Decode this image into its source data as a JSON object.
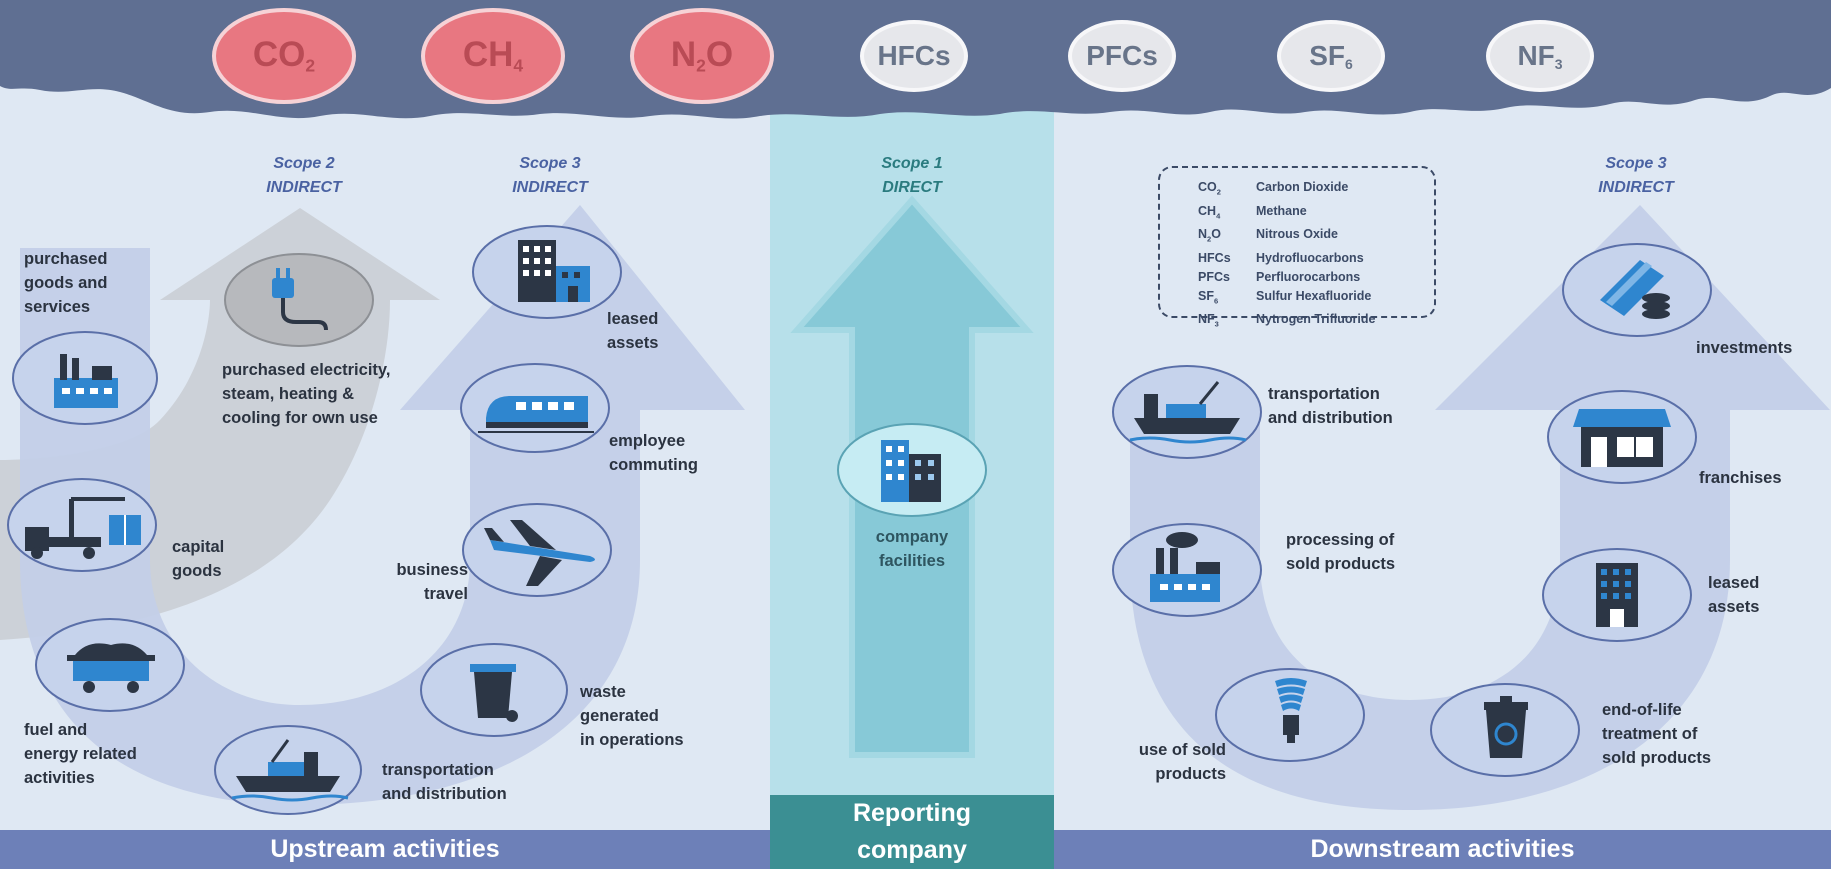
{
  "gases": [
    {
      "base": "CO",
      "sub": "2",
      "highlight": true
    },
    {
      "base": "CH",
      "sub": "4",
      "highlight": true
    },
    {
      "base": "N",
      "sub": "2",
      "tail": "O",
      "highlight": true
    },
    {
      "base": "HFCs",
      "highlight": false
    },
    {
      "base": "PFCs",
      "highlight": false
    },
    {
      "base": "SF",
      "sub": "6",
      "highlight": false
    },
    {
      "base": "NF",
      "sub": "3",
      "highlight": false
    }
  ],
  "scopes": {
    "scope2": {
      "line1": "Scope 2",
      "line2": "INDIRECT"
    },
    "scope3_upstream": {
      "line1": "Scope 3",
      "line2": "INDIRECT"
    },
    "scope1": {
      "line1": "Scope 1",
      "line2": "DIRECT"
    },
    "scope3_downstream": {
      "line1": "Scope 3",
      "line2": "INDIRECT"
    }
  },
  "legend": [
    {
      "abbr": "CO",
      "sub": "2",
      "name": "Carbon Dioxide"
    },
    {
      "abbr": "CH",
      "sub": "4",
      "name": "Methane"
    },
    {
      "abbr": "N",
      "sub": "2",
      "tail": "O",
      "name": "Nitrous Oxide"
    },
    {
      "abbr": "HFCs",
      "name": "Hydrofluocarbons"
    },
    {
      "abbr": "PFCs",
      "name": "Perfluorocarbons"
    },
    {
      "abbr": "SF",
      "sub": "6",
      "name": "Sulfur Hexafluoride"
    },
    {
      "abbr": "NF",
      "sub": "3",
      "name": "Nytrogen Trifluoride"
    }
  ],
  "upstream": {
    "purchased_goods": [
      "purchased",
      "goods and",
      "services"
    ],
    "capital_goods": [
      "capital",
      "goods"
    ],
    "fuel_energy": [
      "fuel and",
      "energy related",
      "activities"
    ],
    "transportation": [
      "transportation",
      "and distribution"
    ],
    "waste": [
      "waste",
      "generated",
      "in operations"
    ],
    "business_travel": [
      "business",
      "travel"
    ],
    "employee_commuting": [
      "employee",
      "commuting"
    ],
    "leased_assets": [
      "leased",
      "assets"
    ],
    "electricity": [
      "purchased electricity,",
      "steam, heating &",
      "cooling for own use"
    ]
  },
  "center": {
    "facilities": [
      "company",
      "facilities"
    ],
    "reporting": [
      "Reporting",
      "company"
    ]
  },
  "downstream": {
    "transportation": [
      "transportation",
      "and distribution"
    ],
    "processing": [
      "processing of",
      "sold products"
    ],
    "use": [
      "use of sold",
      "products"
    ],
    "end_of_life": [
      "end-of-life",
      "treatment of",
      "sold products"
    ],
    "leased_assets": [
      "leased",
      "assets"
    ],
    "franchises": [
      "franchises"
    ],
    "investments": [
      "investments"
    ]
  },
  "footer": {
    "upstream": "Upstream activities",
    "downstream": "Downstream activities"
  },
  "colors": {
    "cloud_top": "#5f6f92",
    "background": "#dfe8f3",
    "center_panel": "#b7e0ea",
    "footer_bar": "#6d80b8",
    "reporting": "#3b8f93",
    "gas_highlight": "#e87781",
    "icon_blue": "#2f86cf",
    "icon_dark": "#2c3645"
  },
  "icons": [
    "factory-icon",
    "truck-crane-icon",
    "coal-cart-icon",
    "ship-icon",
    "trash-bin-icon",
    "airplane-icon",
    "train-icon",
    "office-building-icon",
    "power-plug-icon",
    "skyscraper-icon",
    "lightbulb-icon",
    "recycle-bin-icon",
    "storefront-icon",
    "money-stack-icon"
  ]
}
